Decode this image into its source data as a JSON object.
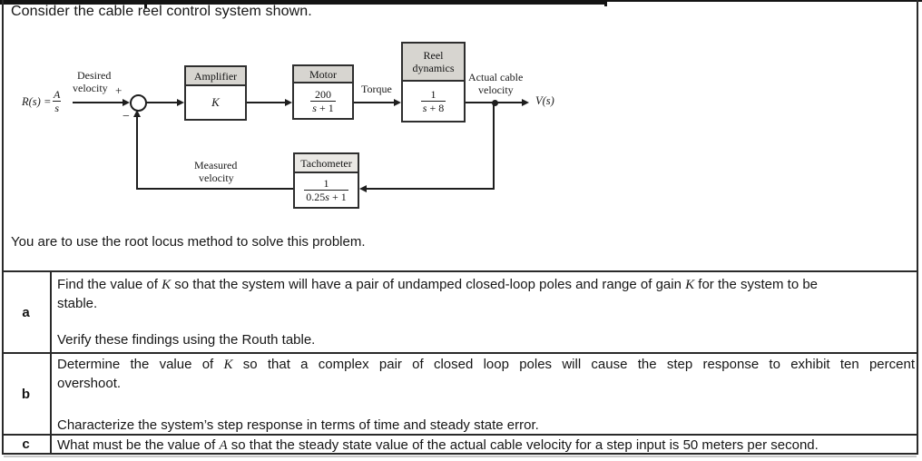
{
  "page": {
    "title": "Consider the cable reel control system shown.",
    "instruction": "You are to use the root locus method to solve this problem."
  },
  "diagram": {
    "input_label": "R(s) =",
    "input_num": "A",
    "input_den": "s",
    "desired_velocity": [
      "Desired",
      "velocity"
    ],
    "plus_sign": "+",
    "minus_sign": "−",
    "torque_label": "Torque",
    "actual_cable": [
      "Actual cable",
      "velocity"
    ],
    "measured": [
      "Measured",
      "velocity"
    ],
    "output_label": "V(s)",
    "blocks": {
      "amplifier": {
        "title": "Amplifier",
        "gain": "K"
      },
      "motor": {
        "title": "Motor",
        "num": "200",
        "den": [
          {
            "t": "s",
            "v": true
          },
          {
            "t": " + 1"
          }
        ]
      },
      "reel": {
        "title1": "Reel",
        "title2": "dynamics",
        "num": "1",
        "den": [
          {
            "t": "s",
            "v": true
          },
          {
            "t": " + 8"
          }
        ]
      },
      "tachometer": {
        "title": "Tachometer",
        "num": "1",
        "den": [
          {
            "t": "0.25"
          },
          {
            "t": "s",
            "v": true
          },
          {
            "t": " + 1"
          }
        ]
      }
    }
  },
  "table": {
    "rows": [
      {
        "label": "a",
        "line1": [
          {
            "t": "Find the value of "
          },
          {
            "t": "K",
            "v": true
          },
          {
            "t": " so that the system will have a pair of undamped closed-loop poles and range of gain "
          },
          {
            "t": "K",
            "v": true
          },
          {
            "t": " for the system to be"
          }
        ],
        "line2": [
          {
            "t": "stable."
          }
        ],
        "line3": [
          {
            "t": "Verify these findings using the Routh table."
          }
        ]
      },
      {
        "label": "b",
        "line1": [
          {
            "t": "Determine the value of "
          },
          {
            "t": "K",
            "v": true
          },
          {
            "t": " so that a complex pair of closed loop poles will cause the step response to exhibit ten percent"
          }
        ],
        "line2": [
          {
            "t": "overshoot."
          }
        ],
        "line3": [
          {
            "t": "Characterize the system’s step response in terms of time and steady state error."
          }
        ]
      },
      {
        "label": "c",
        "line1": [
          {
            "t": "What must be the value of "
          },
          {
            "t": "A",
            "v": true
          },
          {
            "t": " so that the steady state value of the actual cable velocity for a step input is 50 meters per second."
          }
        ]
      }
    ]
  }
}
